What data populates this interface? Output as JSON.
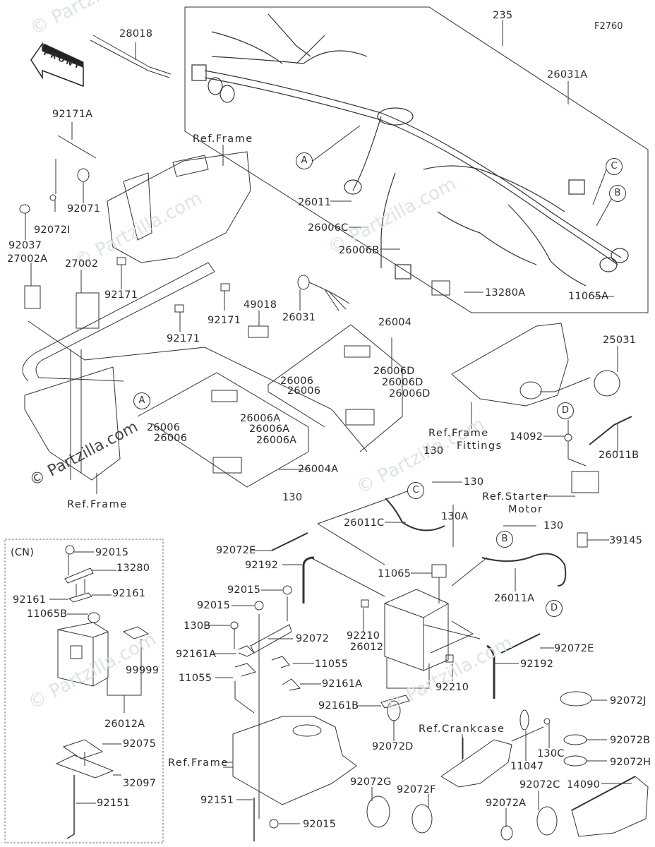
{
  "figure_id": "F2760",
  "front_arrow": "FRONT",
  "cn_box_label": "(CN)",
  "watermarks": [
    "© Partzilla.com",
    "© Partzilla.com",
    "© Partzilla.com",
    "© Partzilla.com",
    "© Partzilla.com",
    "© Partzilla.com",
    "© Partzilla.com"
  ],
  "reference_circles": [
    "A",
    "A",
    "B",
    "B",
    "C",
    "C",
    "D",
    "D"
  ],
  "references": {
    "frame_top": "Ref.Frame",
    "frame_left": "Ref.Frame",
    "frame_bottom": "Ref.Frame",
    "frame_fittings_1": "Ref.Frame",
    "frame_fittings_2": "Fittings",
    "starter_motor_1": "Ref.Starter",
    "starter_motor_2": "Motor",
    "crankcase": "Ref.Crankcase"
  },
  "part_labels": {
    "p28018": "28018",
    "p235": "235",
    "p26031A": "26031A",
    "p92171A": "92171A",
    "p92071": "92071",
    "p92072I": "92072I",
    "p92037": "92037",
    "p27002A": "27002A",
    "p27002": "27002",
    "p92171_a": "92171",
    "p92171_b": "92171",
    "p92171_c": "92171",
    "p49018": "49018",
    "p26031": "26031",
    "p26011": "26011",
    "p26006C": "26006C",
    "p26006B": "26006B",
    "p13280A": "13280A",
    "p11065A": "11065A",
    "p26004": "26004",
    "p26006_d1": "26006",
    "p26006_d2": "26006",
    "p26006D_1": "26006D",
    "p26006D_2": "26006D",
    "p26006D_3": "26006D",
    "p130_a": "130",
    "p26006_a1": "26006",
    "p26006_a2": "26006",
    "p26006A_1": "26006A",
    "p26006A_2": "26006A",
    "p26006A_3": "26006A",
    "p26004A": "26004A",
    "p130_b": "130",
    "p25031": "25031",
    "p14092": "14092",
    "p26011B": "26011B",
    "p130_c": "130",
    "p130A": "130A",
    "p26011C": "26011C",
    "p130_d": "130",
    "p39145": "39145",
    "p26011A": "26011A",
    "p92072E_a": "92072E",
    "p92192_a": "92192",
    "p11065": "11065",
    "p92015_a": "92015",
    "p92015_b": "92015",
    "p130B": "130B",
    "p92072": "92072",
    "p92210_a": "92210",
    "p26012": "26012",
    "p92161A_a": "92161A",
    "p11055_a": "11055",
    "p11055_b": "11055",
    "p92161A_b": "92161A",
    "p92072E_b": "92072E",
    "p92192_b": "92192",
    "p92210_b": "92210",
    "p92161B": "92161B",
    "p92072J": "92072J",
    "p92072D": "92072D",
    "p130C": "130C",
    "p92072B": "92072B",
    "p11047": "11047",
    "p92072H": "92072H",
    "p92072G": "92072G",
    "p92072F": "92072F",
    "p92072C": "92072C",
    "p14090": "14090",
    "p92072A": "92072A",
    "p92151_a": "92151",
    "p92015_c": "92015",
    "cn_92015": "92015",
    "cn_13280": "13280",
    "cn_92161_a": "92161",
    "cn_92161_b": "92161",
    "cn_11065B": "11065B",
    "cn_99999": "99999",
    "cn_26012A": "26012A",
    "cn_92075": "92075",
    "cn_32097": "32097",
    "cn_92151": "92151"
  }
}
